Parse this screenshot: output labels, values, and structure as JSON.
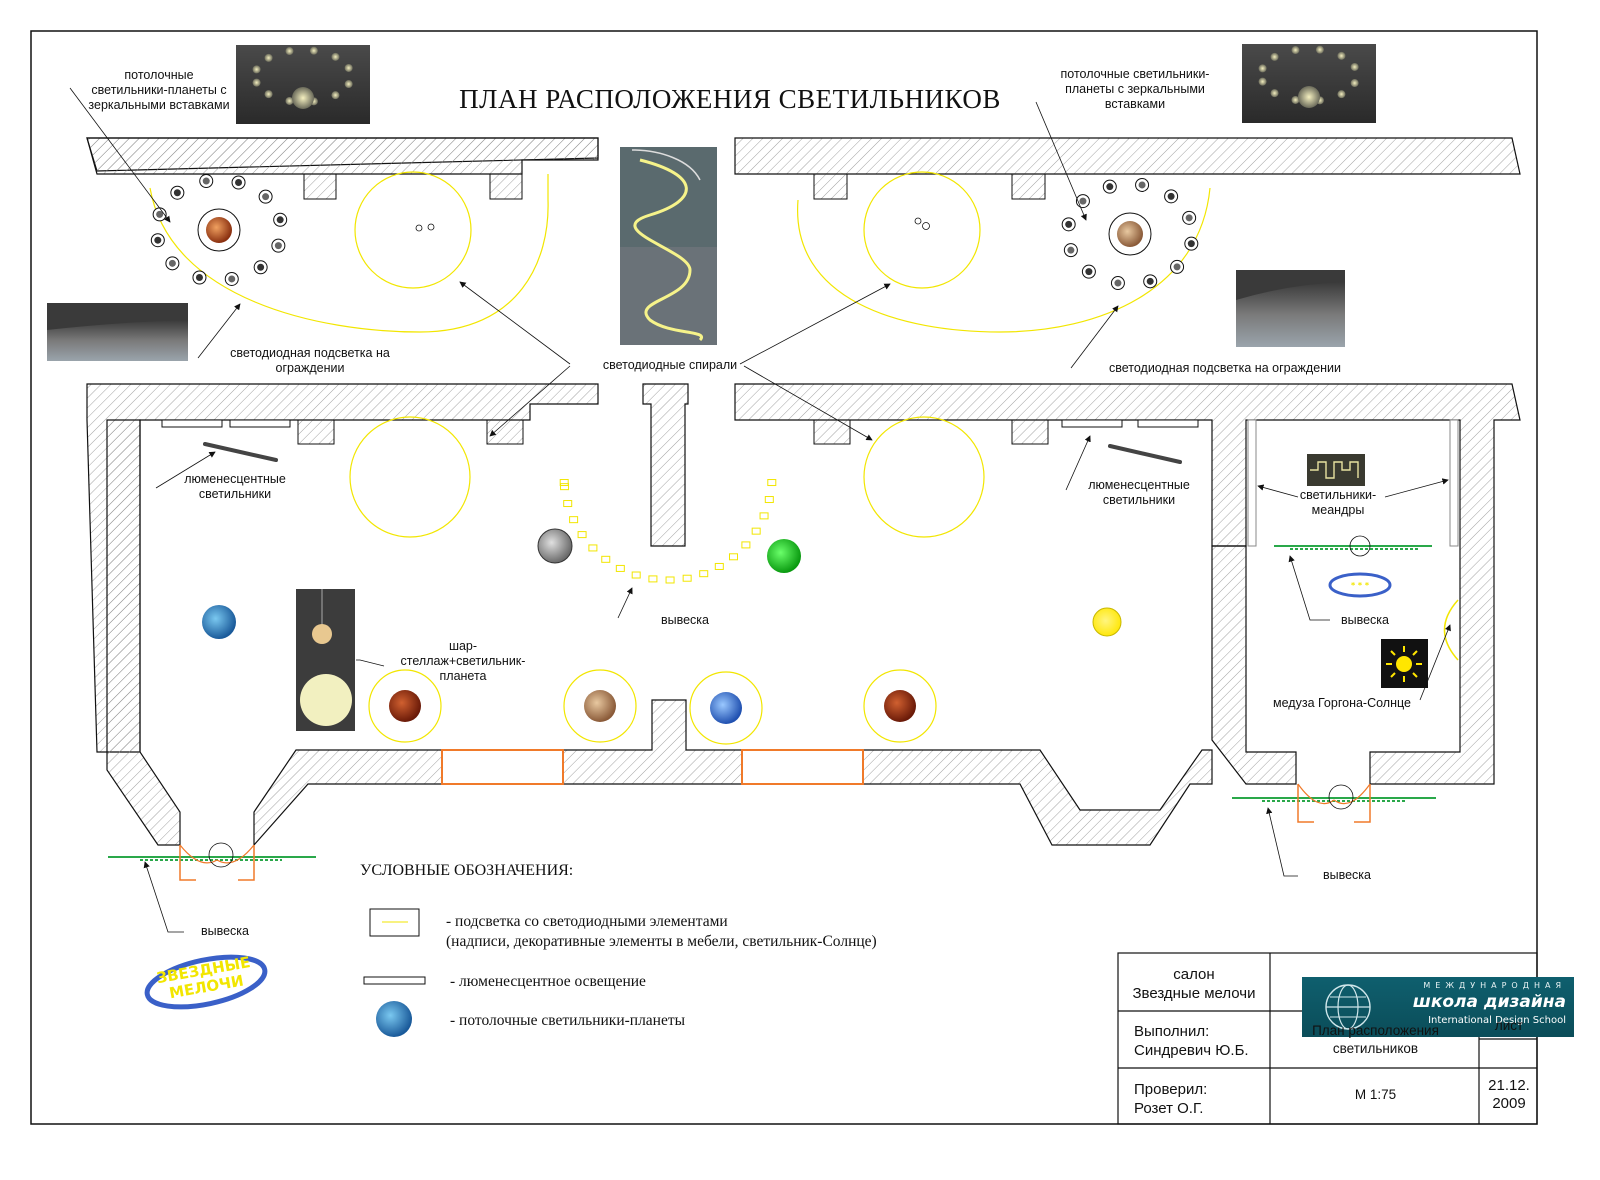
{
  "title": "ПЛАН РАСПОЛОЖЕНИЯ СВЕТИЛЬНИКОВ",
  "labels": {
    "ceiling_planets_left": [
      "потолочные",
      "светильники-планеты с",
      "зеркальными вставками"
    ],
    "ceiling_planets_right": [
      "потолочные светильники-",
      "планеты с зеркальными",
      "вставками"
    ],
    "led_railing_left": [
      "светодиодная подсветка на",
      "ограждении"
    ],
    "led_railing_right": "светодиодная подсветка на ограждении",
    "led_spirals": "светодиодные спирали",
    "fluorescent_left": [
      "люменесцентные",
      "светильники"
    ],
    "fluorescent_right": [
      "люменесцентные",
      "светильники"
    ],
    "meander_lights": [
      "светильники-",
      "меандры"
    ],
    "sign_center": "вывеска",
    "sign_right_upper": "вывеска",
    "sign_right_lower": "вывеска",
    "sign_left_lower": "вывеска",
    "ball_rack": [
      "шар-",
      "стеллаж+светильник-",
      "планета"
    ],
    "medusa": "медуза Горгона-Солнце",
    "logo_text": [
      "ЗВЕЗДНЫЕ",
      "МЕЛОЧИ"
    ]
  },
  "legend": {
    "heading": "УСЛОВНЫЕ ОБОЗНАЧЕНИЯ:",
    "items": [
      {
        "text": [
          "- подсветка со светодиодными элементами",
          "(надписи, декоративные элементы в мебели, светильник-Солнце)"
        ],
        "symbol": "led-rectangle",
        "color": "#f2e600"
      },
      {
        "text": [
          "- люменесцентное освещение"
        ],
        "symbol": "fluorescent-bar"
      },
      {
        "text": [
          "- потолочные светильники-планеты"
        ],
        "symbol": "planet-globe"
      }
    ]
  },
  "title_block": {
    "project": [
      "салон",
      "Звездные мелочи"
    ],
    "school": {
      "line1": "МЕЖДУНАРОДНАЯ",
      "line2": "школа дизайна",
      "line3": "International Design School"
    },
    "performed_by": [
      "Выполнил:",
      "Синдревич Ю.Б."
    ],
    "sheet_title": [
      "План расположения",
      "светильников"
    ],
    "sheet_label": "лист",
    "checked_by": [
      "Проверил:",
      "Розет О.Г."
    ],
    "scale": "М 1:75",
    "date": [
      "21.12.",
      "2009"
    ]
  },
  "colors": {
    "led_yellow": "#f2e600",
    "door_orange": "#f07a2a",
    "sign_green": "#2aa84a",
    "sun_yellow": "#ffee00",
    "wall_hatch": "#555555"
  }
}
